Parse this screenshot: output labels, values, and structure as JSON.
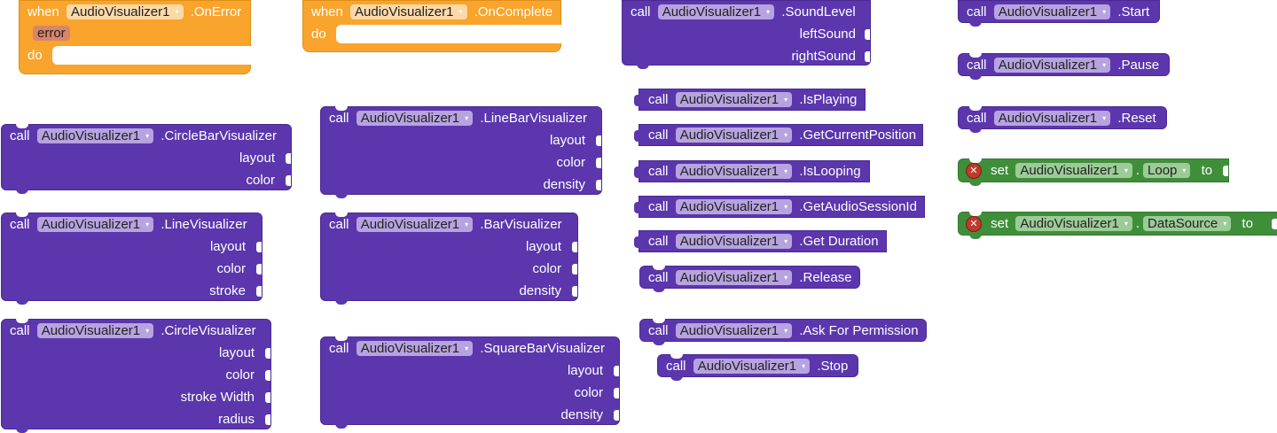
{
  "component": "AudioVisualizer1",
  "dropdown_arrow": "▾",
  "keywords": {
    "when": "when",
    "do": "do",
    "call": "call",
    "set": "set",
    "to": "to",
    "dot": "."
  },
  "events": [
    {
      "name": ".OnError",
      "params": [
        "error"
      ]
    },
    {
      "name": ".OnComplete",
      "params": []
    }
  ],
  "methods_with_args": [
    {
      "name": ".CircleBarVisualizer",
      "args": [
        "layout",
        "color"
      ]
    },
    {
      "name": ".LineVisualizer",
      "args": [
        "layout",
        "color",
        "stroke"
      ]
    },
    {
      "name": ".CircleVisualizer",
      "args": [
        "layout",
        "color",
        "stroke Width",
        "radius"
      ]
    },
    {
      "name": ".LineBarVisualizer",
      "args": [
        "layout",
        "color",
        "density"
      ]
    },
    {
      "name": ".BarVisualizer",
      "args": [
        "layout",
        "color",
        "density"
      ]
    },
    {
      "name": ".SquareBarVisualizer",
      "args": [
        "layout",
        "color",
        "density"
      ]
    },
    {
      "name": ".SoundLevel",
      "args": [
        "leftSound",
        "rightSound"
      ]
    }
  ],
  "getter_methods": [
    {
      "name": ".IsPlaying"
    },
    {
      "name": ".GetCurrentPosition"
    },
    {
      "name": ".IsLooping"
    },
    {
      "name": ".GetAudioSessionId"
    },
    {
      "name": ".Get Duration"
    }
  ],
  "statement_methods": [
    {
      "name": ".Release"
    },
    {
      "name": ".Ask For Permission"
    },
    {
      "name": ".Stop"
    },
    {
      "name": ".Start"
    },
    {
      "name": ".Pause"
    },
    {
      "name": ".Reset"
    }
  ],
  "setters": [
    {
      "property": "Loop"
    },
    {
      "property": "DataSource"
    }
  ],
  "colors": {
    "procedure_purple": "#5b36ad",
    "event_orange": "#f9a42c",
    "setter_green": "#3f8f3a",
    "error_red": "#c0392b"
  }
}
